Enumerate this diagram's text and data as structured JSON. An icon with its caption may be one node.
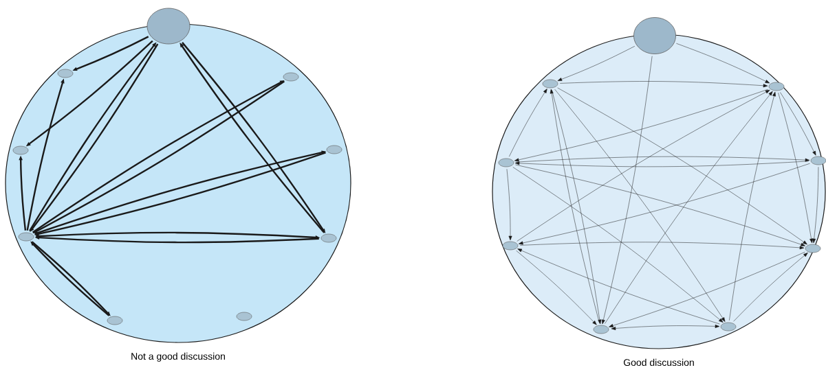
{
  "diagram": {
    "nodes": [
      {
        "text": [
          "Not a good discussion"
        ]
      },
      {
        "text": [],
        "shape": "circle"
      },
      {
        "text": [],
        "shape": "circle",
        "in": 0
      },
      {
        "text": [],
        "shape": "circle",
        "in": 0
      },
      {
        "text": [],
        "shape": "circle",
        "in": 0
      },
      {
        "text": [],
        "shape": "circle",
        "in": 0
      },
      {
        "text": [],
        "shape": "circle",
        "in": 0
      },
      {
        "text": [],
        "shape": "circle",
        "in": 0
      },
      {
        "text": [],
        "shape": "circle",
        "in": 0
      },
      {
        "text": [],
        "shape": "circle",
        "in": 0
      },
      {
        "text": [
          "Good discussion"
        ]
      },
      {
        "text": [],
        "shape": "circle"
      },
      {
        "text": [],
        "shape": "circle",
        "in": 10
      },
      {
        "text": [],
        "shape": "circle",
        "in": 10
      },
      {
        "text": [],
        "shape": "circle",
        "in": 10
      },
      {
        "text": [],
        "shape": "circle",
        "in": 10
      },
      {
        "text": [],
        "shape": "circle",
        "in": 10
      },
      {
        "text": [],
        "shape": "circle",
        "in": 10
      },
      {
        "text": [],
        "shape": "circle",
        "in": 10
      },
      {
        "text": [],
        "shape": "circle",
        "in": 10
      }
    ],
    "edges": [
      {
        "from": 1,
        "to": 2,
        "arrow": "to",
        "style": "thick"
      },
      {
        "from": 1,
        "to": 4,
        "arrow": "to",
        "style": "thick"
      },
      {
        "from": 6,
        "to": 2,
        "arrow": "to",
        "style": "thick"
      },
      {
        "from": 6,
        "to": 4,
        "arrow": "to",
        "style": "thick"
      },
      {
        "from": 6,
        "to": 1,
        "arrow": "to",
        "style": "thick"
      },
      {
        "from": 1,
        "to": 6,
        "arrow": "to",
        "style": "thick"
      },
      {
        "from": 6,
        "to": 3,
        "arrow": "to",
        "style": "thick"
      },
      {
        "from": 3,
        "to": 6,
        "arrow": "to",
        "style": "thick"
      },
      {
        "from": 6,
        "to": 5,
        "arrow": "to",
        "style": "thick"
      },
      {
        "from": 5,
        "to": 6,
        "arrow": "to",
        "style": "thick"
      },
      {
        "from": 1,
        "to": 7,
        "arrow": "to",
        "style": "thick"
      },
      {
        "from": 7,
        "to": 1,
        "arrow": "to",
        "style": "thick"
      },
      {
        "from": 6,
        "to": 7,
        "arrow": "to",
        "style": "thick"
      },
      {
        "from": 7,
        "to": 6,
        "arrow": "to",
        "style": "thick"
      },
      {
        "from": 6,
        "to": 8,
        "arrow": "to",
        "style": "thick"
      },
      {
        "from": 8,
        "to": 6,
        "arrow": "to",
        "style": "thick"
      },
      {
        "from": 11,
        "to": 12,
        "arrow": "to"
      },
      {
        "from": 11,
        "to": 13,
        "arrow": "to"
      },
      {
        "from": 11,
        "to": 18,
        "arrow": "to"
      },
      {
        "from": 12,
        "to": 13,
        "arrow": "to"
      },
      {
        "from": 14,
        "to": 12,
        "arrow": "to"
      },
      {
        "from": 12,
        "to": 18,
        "arrow": "to"
      },
      {
        "from": 18,
        "to": 12,
        "arrow": "to"
      },
      {
        "from": 12,
        "to": 19,
        "arrow": "to"
      },
      {
        "from": 12,
        "to": 17,
        "arrow": "to"
      },
      {
        "from": 13,
        "to": 14,
        "arrow": "to"
      },
      {
        "from": 14,
        "to": 15,
        "arrow": "to"
      },
      {
        "from": 15,
        "to": 14,
        "arrow": "to"
      },
      {
        "from": 14,
        "to": 16,
        "arrow": "to"
      },
      {
        "from": 14,
        "to": 17,
        "arrow": "to"
      },
      {
        "from": 16,
        "to": 17,
        "arrow": "to"
      },
      {
        "from": 18,
        "to": 19,
        "arrow": "both"
      },
      {
        "from": 16,
        "to": 13,
        "arrow": "to"
      },
      {
        "from": 18,
        "to": 13,
        "arrow": "to"
      },
      {
        "from": 19,
        "to": 13,
        "arrow": "to"
      },
      {
        "from": 13,
        "to": 17,
        "arrow": "to"
      },
      {
        "from": 15,
        "to": 17,
        "arrow": "to"
      },
      {
        "from": 13,
        "to": 15,
        "arrow": "to"
      },
      {
        "from": 15,
        "to": 16,
        "arrow": "to"
      },
      {
        "from": 17,
        "to": 18,
        "arrow": "to"
      },
      {
        "from": 19,
        "to": 17,
        "arrow": "to"
      },
      {
        "from": 16,
        "to": 18,
        "arrow": "to"
      },
      {
        "from": 19,
        "to": 16,
        "arrow": "to"
      },
      {
        "from": 14,
        "to": 19,
        "arrow": "to"
      }
    ]
  }
}
